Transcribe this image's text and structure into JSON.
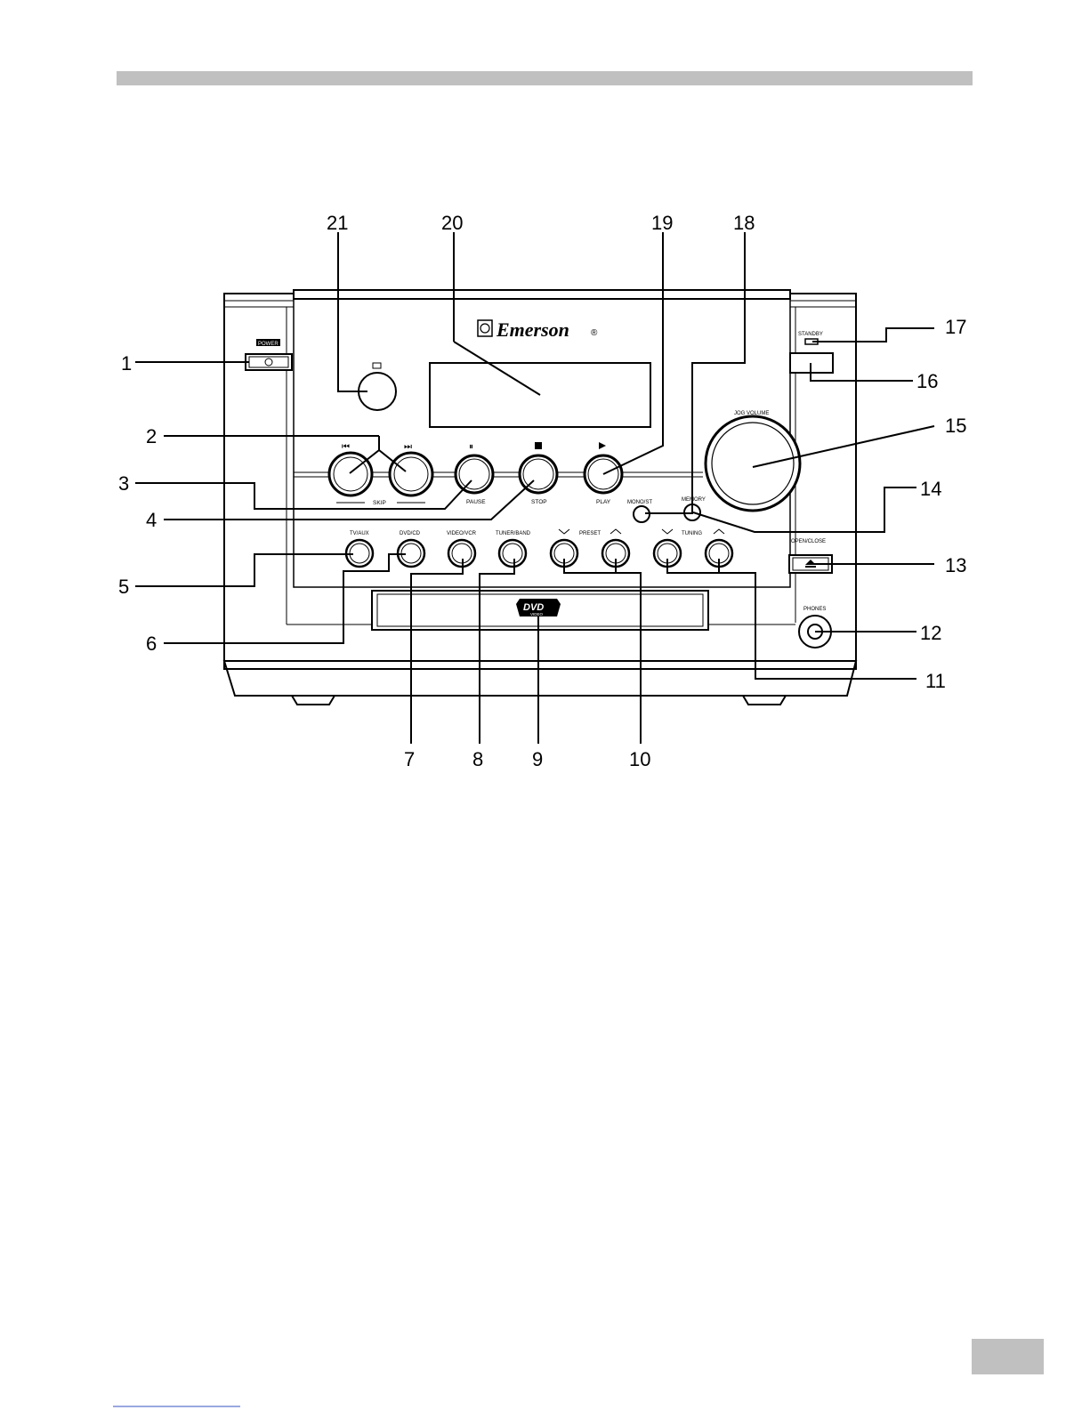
{
  "callouts": {
    "c1": "1",
    "c2": "2",
    "c3": "3",
    "c4": "4",
    "c5": "5",
    "c6": "6",
    "c7": "7",
    "c8": "8",
    "c9": "9",
    "c10": "10",
    "c11": "11",
    "c12": "12",
    "c13": "13",
    "c14": "14",
    "c15": "15",
    "c16": "16",
    "c17": "17",
    "c18": "18",
    "c19": "19",
    "c20": "20",
    "c21": "21"
  },
  "panel_labels": {
    "brand": "Emerson",
    "power": "POWER",
    "standby": "STANDBY",
    "skip": "SKIP",
    "pause": "PAUSE",
    "stop": "STOP",
    "play": "PLAY",
    "mono_st": "MONO/ST",
    "memory": "MEMORY",
    "jog_volume": "JOG VOLUME",
    "tv_aux": "TV/AUX",
    "dvd_cd": "DVD/CD",
    "video_vcr": "VIDEO/VCR",
    "tuner_band": "TUNER/BAND",
    "preset": "PRESET",
    "tuning": "TUNING",
    "open_close": "OPEN/CLOSE",
    "phones": "PHONES",
    "dvd_logo": "DVD",
    "dvd_logo_sub": "VIDEO"
  },
  "colors": {
    "header_bar": "#c0c0c0",
    "page_tab": "#c0c0c0",
    "ink": "#000000"
  }
}
